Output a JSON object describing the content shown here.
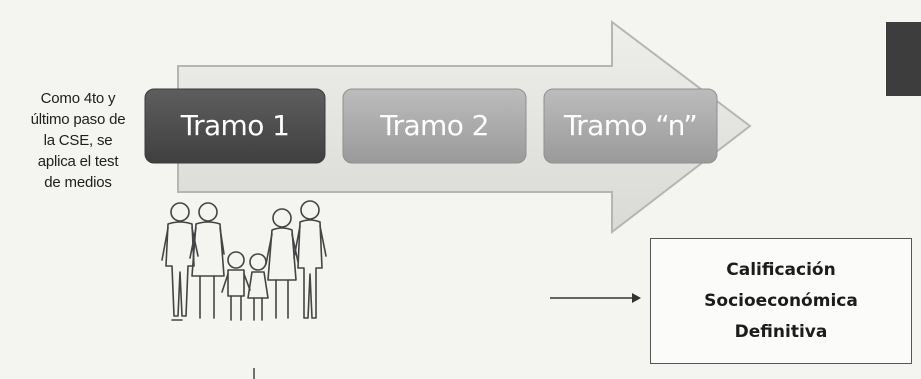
{
  "side_note": {
    "lines": [
      "Como 4to y",
      "último paso de",
      "la CSE, se",
      "aplica el test",
      "de medios"
    ]
  },
  "tramos": [
    {
      "label": "Tramo 1",
      "color": "#4e4e4e"
    },
    {
      "label": "Tramo 2",
      "color": "#a9a9a9"
    },
    {
      "label": "Tramo “n”",
      "color": "#a9a9a9"
    }
  ],
  "result_box": {
    "lines": [
      "Calificación",
      "Socioeconómica",
      "Definitiva"
    ]
  },
  "icons": {
    "arrow": "process-arrow",
    "family": "family-icon",
    "connector": "right-arrow-icon"
  },
  "colors": {
    "arrow_fill": "#e6e6e3",
    "arrow_stroke": "#b5b5b2",
    "tramo_active": "#4e4e4e",
    "tramo_inactive": "#a9a9a9"
  }
}
